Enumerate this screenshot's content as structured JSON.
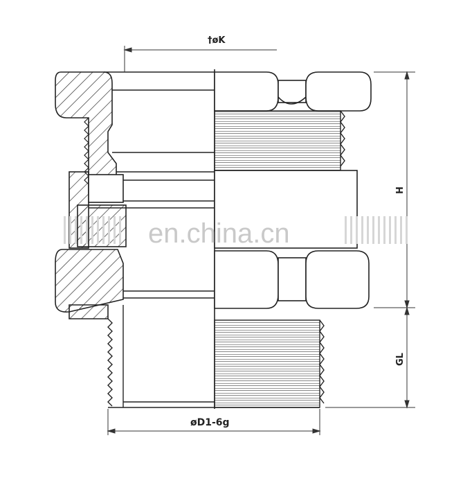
{
  "drawing": {
    "labels": {
      "top_dimension": "†øK",
      "bottom_dimension": "øD1-6g",
      "height_dimension": "H",
      "gland_length_dimension": "GL"
    },
    "watermark": "en.china.cn"
  }
}
